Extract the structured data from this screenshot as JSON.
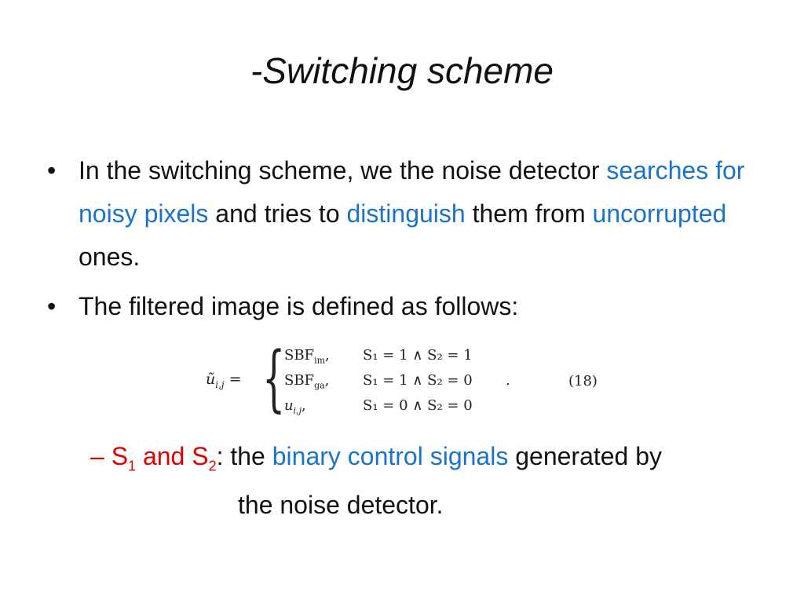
{
  "slide": {
    "title": "-Switching scheme",
    "bullets": [
      {
        "parts": [
          {
            "text": "In the switching scheme, we the noise detector ",
            "highlight": false
          },
          {
            "text": "searches for noisy pixels",
            "highlight": true
          },
          {
            "text": " and tries to ",
            "highlight": false
          },
          {
            "text": "distinguish",
            "highlight": true
          },
          {
            "text": " them from ",
            "highlight": false
          },
          {
            "text": "uncorrupted",
            "highlight": true
          },
          {
            "text": " ones.",
            "highlight": false
          }
        ]
      },
      {
        "parts": [
          {
            "text": "The filtered image is defined as follows:",
            "highlight": false
          }
        ]
      }
    ],
    "bullet_glyph": "•",
    "formula": {
      "lhs_symbol": "ũ",
      "lhs_subscript": "i,j",
      "equals": "=",
      "cases": [
        {
          "value": "SBF",
          "value_sub": "im",
          "sep": ",",
          "condition": "S₁ = 1 ∧ S₂ = 1"
        },
        {
          "value": "SBF",
          "value_sub": "ga",
          "sep": ",",
          "condition": "S₁ = 1 ∧ S₂ = 0"
        },
        {
          "value": "u",
          "value_sub": "i,j",
          "sep": ",",
          "condition": "S₁ = 0 ∧ S₂ = 0"
        }
      ],
      "period": ".",
      "equation_number": "(18)"
    },
    "sub_bullet": {
      "dash": "–",
      "s1": "S",
      "s1_sub": "1",
      "and_text": " and S",
      "s2_sub": "2",
      "colon": ": the ",
      "highlight": "binary control signals",
      "after": " generated by",
      "continuation": "the noise detector."
    },
    "colors": {
      "text": "#111111",
      "highlight": "#1a73c9",
      "sub_marker": "#e00000",
      "background": "#ffffff"
    }
  }
}
